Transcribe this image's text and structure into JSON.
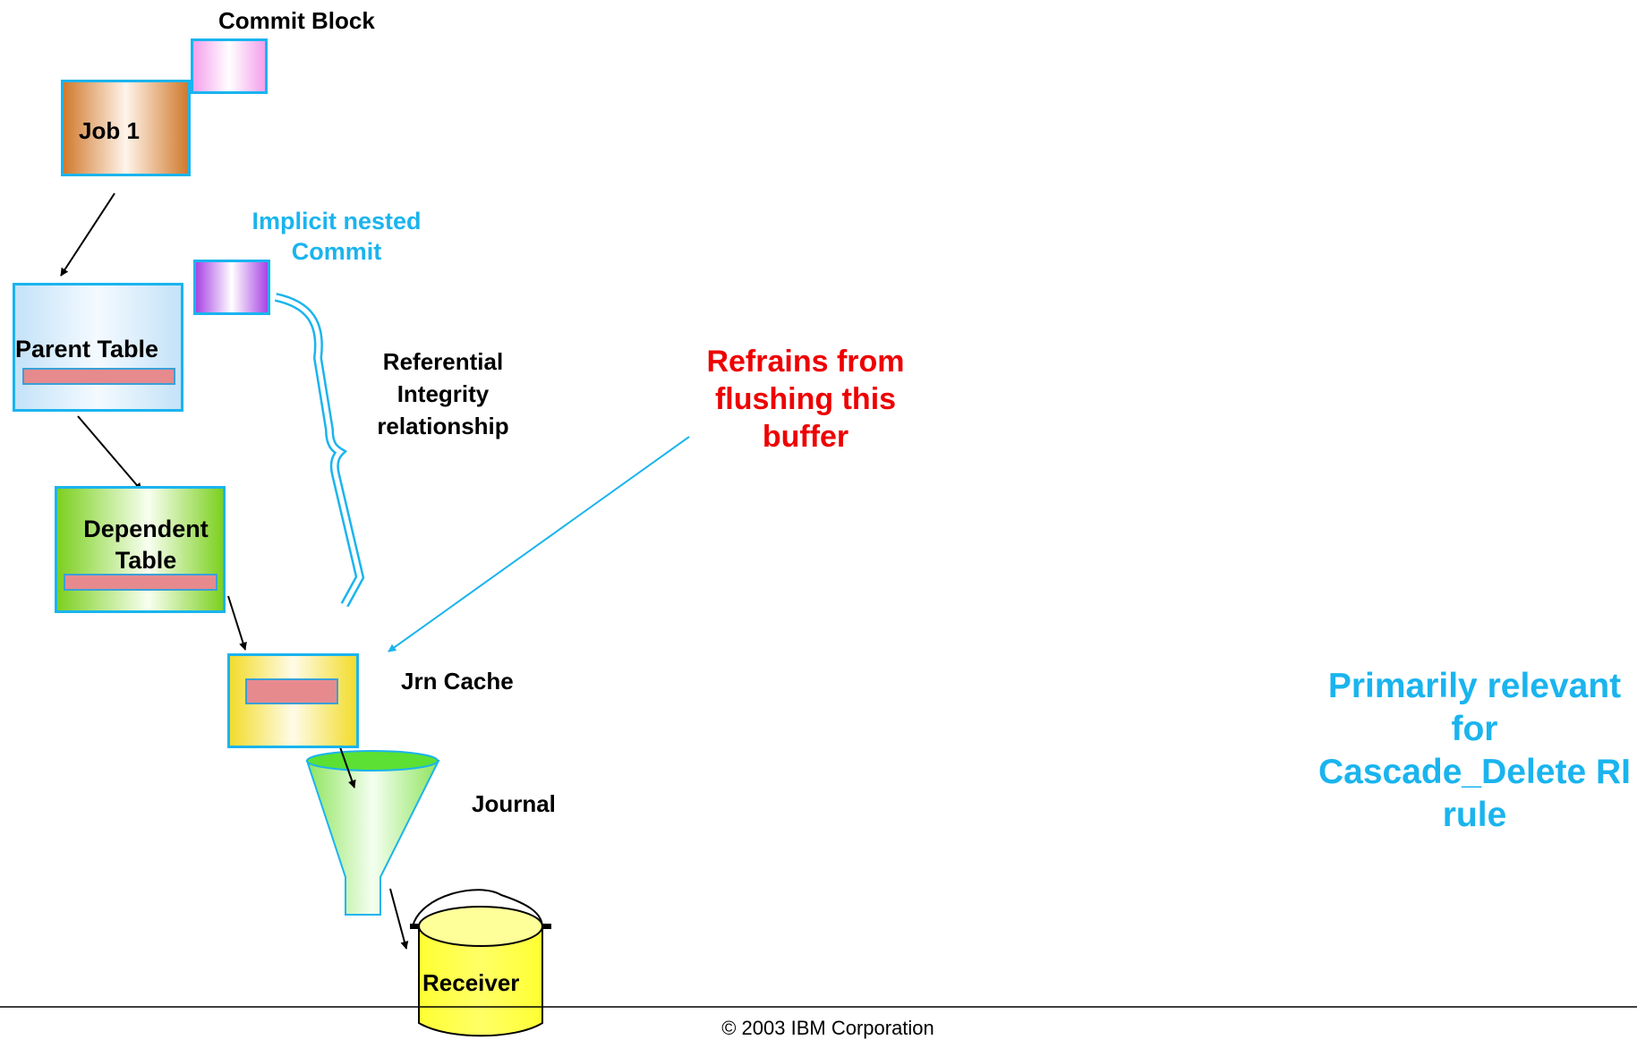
{
  "labels": {
    "commit_block": "Commit Block",
    "job1": "Job 1",
    "implicit_nested_commit": "Implicit nested Commit",
    "parent_table": "Parent Table",
    "dependent_table": "Dependent Table",
    "referential_integrity": "Referential Integrity relationship",
    "refrains": "Refrains from flushing this buffer",
    "jrn_cache": "Jrn Cache",
    "journal": "Journal",
    "receiver": "Receiver",
    "primarily_relevant": "Primarily relevant for Cascade_Delete RI rule",
    "copyright": "© 2003 IBM Corporation"
  },
  "colors": {
    "box_border": "#1ab4ee",
    "cyan_text": "#1ab4ee",
    "red_text": "#ee0000",
    "job_fill": "#d8823a",
    "commit_block_fill": "#f4a8ee",
    "nested_commit_fill": "#b44ae8",
    "parent_fill": "#d6ecfa",
    "dependent_fill": "#8ad42a",
    "cache_fill": "#f6e23a",
    "funnel_fill": "#a4f07c",
    "receiver_fill": "#ffff33",
    "record_fill": "#e68a8e"
  }
}
